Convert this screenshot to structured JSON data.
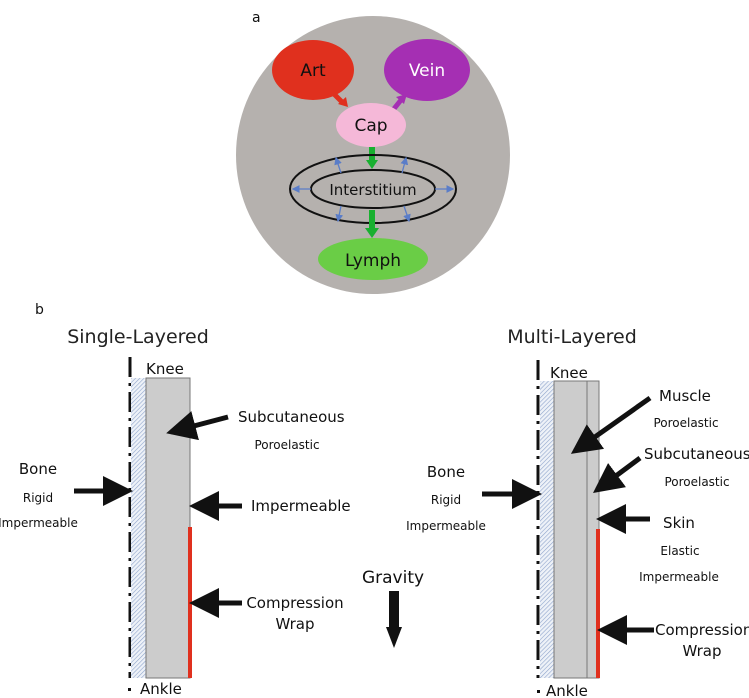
{
  "panel_a": {
    "label": "a",
    "nodes": {
      "art": {
        "label": "Art",
        "color": "#e0301e",
        "text_color": "#111111"
      },
      "vein": {
        "label": "Vein",
        "color": "#a52fb3",
        "text_color": "#ffffff"
      },
      "cap": {
        "label": "Cap",
        "color": "#f5b8d8",
        "text_color": "#111111"
      },
      "interstitium": {
        "label": "Interstitium"
      },
      "lymph": {
        "label": "Lymph",
        "color": "#6acd46",
        "text_color": "#111111"
      }
    },
    "background_color": "#b5b1ae",
    "flow_arrow_color": "#18b030",
    "diffusion_arrow_color": "#5a7dc8"
  },
  "panel_b": {
    "label": "b",
    "gravity_label": "Gravity",
    "single": {
      "title": "Single-Layered",
      "knee": "Knee",
      "ankle": "Ankle",
      "bone": {
        "name": "Bone",
        "props": [
          "Rigid",
          "Impermeable"
        ]
      },
      "subcutaneous": {
        "name": "Subcutaneous",
        "props": [
          "Poroelastic"
        ]
      },
      "surface": "Impermeable",
      "wrap": [
        "Compression",
        "Wrap"
      ]
    },
    "multi": {
      "title": "Multi-Layered",
      "knee": "Knee",
      "ankle": "Ankle",
      "bone": {
        "name": "Bone",
        "props": [
          "Rigid",
          "Impermeable"
        ]
      },
      "muscle": {
        "name": "Muscle",
        "props": [
          "Poroelastic"
        ]
      },
      "subcutaneous": {
        "name": "Subcutaneous",
        "props": [
          "Poroelastic"
        ]
      },
      "skin": {
        "name": "Skin",
        "props": [
          "Elastic",
          "Impermeable"
        ]
      },
      "wrap": [
        "Compression",
        "Wrap"
      ]
    },
    "colors": {
      "tissue": "#cccccc",
      "bone_hatch": "#8fa5cc",
      "wrap": "#e0301e"
    }
  }
}
